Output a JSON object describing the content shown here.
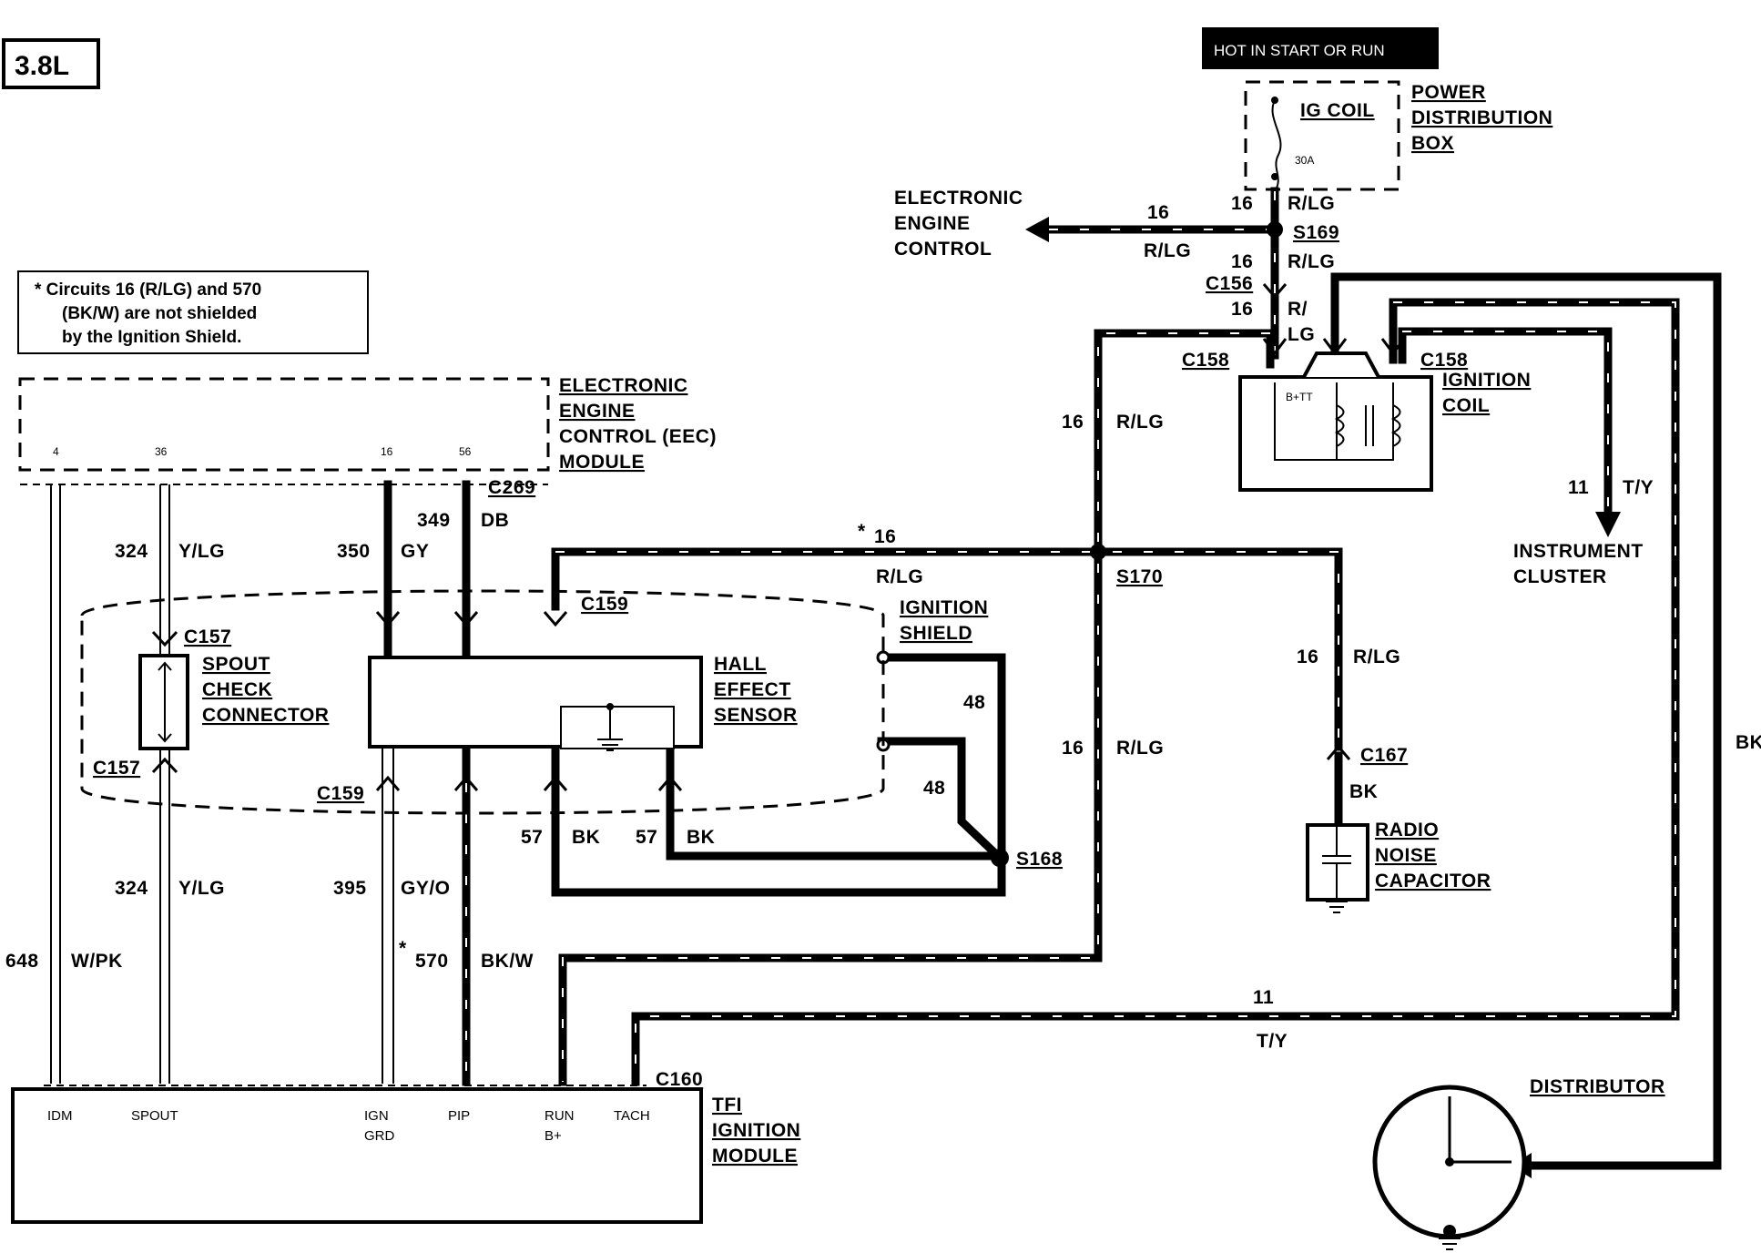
{
  "engine_badge": "3.8L",
  "hot_banner": "HOT IN START OR RUN",
  "notes": {
    "shield_note_l1": "*  Circuits 16 (R/LG) and 570",
    "shield_note_l2": "(BK/W) are not shielded",
    "shield_note_l3": "by the Ignition Shield."
  },
  "components": {
    "pdb": [
      "POWER",
      "DISTRIBUTION",
      "BOX"
    ],
    "ig_coil_fuse": "IG COIL",
    "fuse_rating": "30A",
    "eec_ctrl": [
      "ELECTRONIC",
      "ENGINE",
      "CONTROL"
    ],
    "eec_module": [
      "ELECTRONIC",
      "ENGINE",
      "CONTROL (EEC)",
      "MODULE"
    ],
    "eec_pins": [
      "4",
      "36",
      "16",
      "56"
    ],
    "ignition_coil": [
      "IGNITION",
      "COIL"
    ],
    "coil_terminal": "B+TT",
    "instrument_cluster": [
      "INSTRUMENT",
      "CLUSTER"
    ],
    "ignition_shield": [
      "IGNITION",
      "SHIELD"
    ],
    "spout_connector": [
      "SPOUT",
      "CHECK",
      "CONNECTOR"
    ],
    "hall_sensor": [
      "HALL",
      "EFFECT",
      "SENSOR"
    ],
    "radio_cap": [
      "RADIO",
      "NOISE",
      "CAPACITOR"
    ],
    "distributor": "DISTRIBUTOR",
    "tfi_module": [
      "TFI",
      "IGNITION",
      "MODULE"
    ],
    "tfi_pins": [
      "IDM",
      "SPOUT",
      "IGN",
      "GRD",
      "PIP",
      "RUN",
      "B+",
      "TACH"
    ]
  },
  "connectors": {
    "s169": "S169",
    "c156": "C156",
    "c158": "C158",
    "c269": "C269",
    "c159": "C159",
    "c157": "C157",
    "s170": "S170",
    "c167": "C167",
    "s168": "S168",
    "c160": "C160"
  },
  "circuits": {
    "n16": "16",
    "rlg": "R/LG",
    "r_slash": "R/",
    "lg": "LG",
    "n11": "11",
    "ty": "T/Y",
    "n324": "324",
    "ylg": "Y/LG",
    "n350": "350",
    "gy": "GY",
    "n349": "349",
    "db": "DB",
    "n395": "395",
    "gyo": "GY/O",
    "n570": "570",
    "bkw": "BK/W",
    "n648": "648",
    "wpk": "W/PK",
    "n57": "57",
    "bk": "BK",
    "n48": "48",
    "star": "*"
  }
}
